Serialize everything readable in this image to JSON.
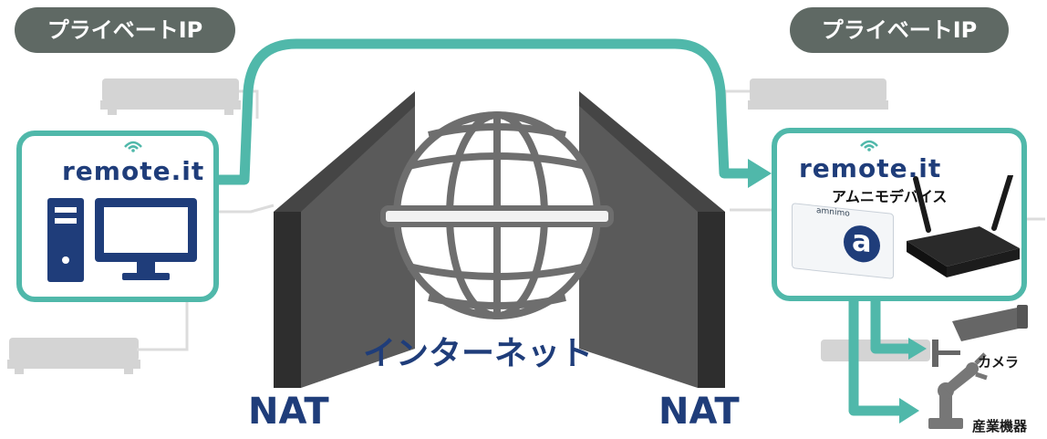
{
  "labels": {
    "private_ip_left": "プライベートIP",
    "private_ip_right": "プライベートIP",
    "remoteit_left": "remote.it",
    "remoteit_right": "remote.it",
    "amunimo_device": "アムニモデバイス",
    "amnimo_brand": "amnimo",
    "device_letter": "a",
    "internet": "インターネット",
    "nat_left": "NAT",
    "nat_right": "NAT",
    "camera": "カメラ",
    "industrial_equipment": "産業機器"
  },
  "colors": {
    "teal": "#50b8aa",
    "navy": "#1f3d7a",
    "pill_gray": "#5f6964",
    "wall_dark": "#444444",
    "wall_light": "#7a7a7a",
    "ghost_gray": "#d4d4d4"
  },
  "icons": {
    "pc": "desktop-pc-icon",
    "camera": "security-camera-icon",
    "robot": "robot-arm-icon",
    "globe": "globe-icon",
    "router": "router-icon",
    "wifi": "wifi-icon"
  }
}
